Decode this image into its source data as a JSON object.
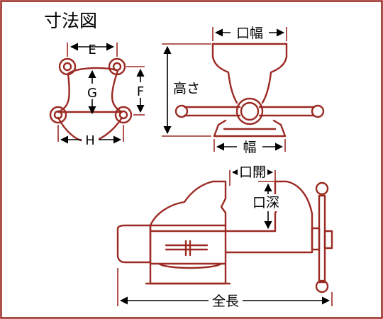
{
  "title": "寸法図",
  "base_view": {
    "E": "E",
    "G": "G",
    "F": "F",
    "H": "H"
  },
  "front_view": {
    "jaw_width": "口幅",
    "height": "高さ",
    "width": "幅"
  },
  "side_view": {
    "opening": "口開",
    "throat_depth": "口深",
    "overall_length": "全長"
  },
  "colors": {
    "outline": "#9b2a23",
    "dimension": "#000000",
    "frame": "#9b2a23"
  }
}
